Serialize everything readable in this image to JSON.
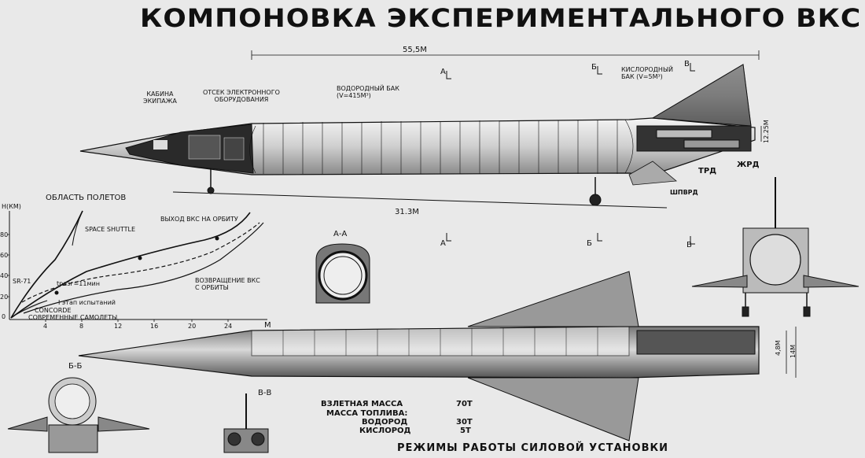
{
  "title": "КОМПОНОВКА ЭКСПЕРИМЕНТАЛЬНОГО ВКС",
  "side_view": {
    "length_total": "55,5м",
    "length_lower": "31.3м",
    "height": "12.25м",
    "labels": {
      "cockpit": "КАБИНА\nЭКИПАЖА",
      "avionics": "ОТСЕК ЭЛЕКТРОННОГО\nОБОРУДОВАНИЯ",
      "hydrogen_tank": "ВОДОРОДНЫЙ БАК\n(V=415м³)",
      "oxygen_tank": "КИСЛОРОДНЫЙ\nБАК (V=5м³)",
      "trd": "ТРД",
      "zhrd": "ЖРД",
      "shpvrd": "ШПВРД"
    },
    "section_marks": [
      "А",
      "Б",
      "В",
      "А",
      "Б",
      "В"
    ]
  },
  "flight_envelope": {
    "title": "ОБЛАСТЬ ПОЛЕТОВ",
    "y_axis_label": "Н(км)",
    "x_axis_label": "М",
    "y_ticks": [
      "80",
      "60",
      "40",
      "20",
      "0"
    ],
    "x_ticks": [
      "4",
      "8",
      "12",
      "16",
      "20",
      "24"
    ],
    "annotations": {
      "space_shuttle": "SPACE SHUTTLE",
      "ascent": "ВЫХОД ВКС НА ОРБИТУ",
      "return": "ВОЗВРАЩЕНИЕ ВКС\nС ОРБИТЫ",
      "sr71": "SR-71",
      "t_time": "tразг=11мин",
      "test_stage": "I этап испытаний",
      "concorde": "CONCORDE",
      "modern_aircraft": "СОВРЕМЕННЫЕ САМОЛЕТЫ"
    }
  },
  "sections": {
    "aa": "А-А",
    "bb": "Б-Б",
    "vv": "В-В"
  },
  "top_view": {
    "span_small": "4,8м",
    "span_large": "14м"
  },
  "mass_table": {
    "rows": [
      {
        "label": "ВЗЛЕТНАЯ МАССА",
        "value": "70т"
      },
      {
        "label": "МАССА ТОПЛИВА:",
        "value": ""
      },
      {
        "label": "ВОДОРОД",
        "value": "30т"
      },
      {
        "label": "КИСЛОРОД",
        "value": "5т"
      }
    ]
  },
  "bottom_caption": "РЕЖИМЫ РАБОТЫ СИЛОВОЙ УСТАНОВКИ"
}
